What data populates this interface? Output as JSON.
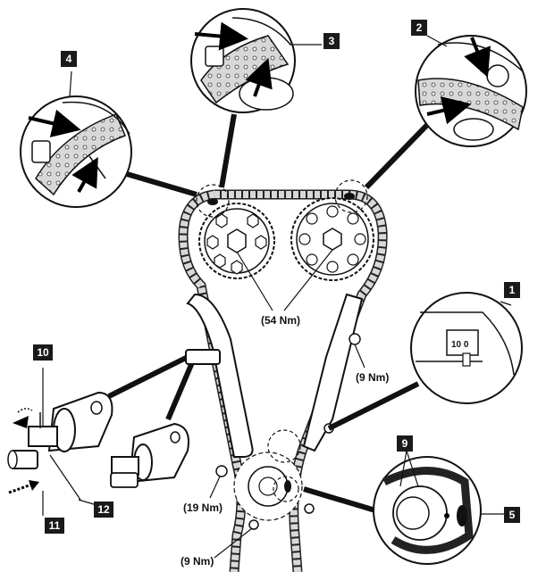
{
  "callouts": {
    "c1": "1",
    "c2": "2",
    "c3": "3",
    "c4": "4",
    "c5": "5",
    "c9": "9",
    "c10": "10",
    "c11": "11",
    "c12": "12"
  },
  "torques": {
    "camshaft_bolts": "(54 Nm)",
    "guide_upper": "(9 Nm)",
    "guide_lower": "(19 Nm)",
    "bottom_bolt": "(9 Nm)"
  },
  "detail1_mark": "10  0",
  "colors": {
    "ink": "#111111",
    "label_bg": "#1a1a1a",
    "chain_fill": "#d8d8d8",
    "arrow": "#000000"
  }
}
